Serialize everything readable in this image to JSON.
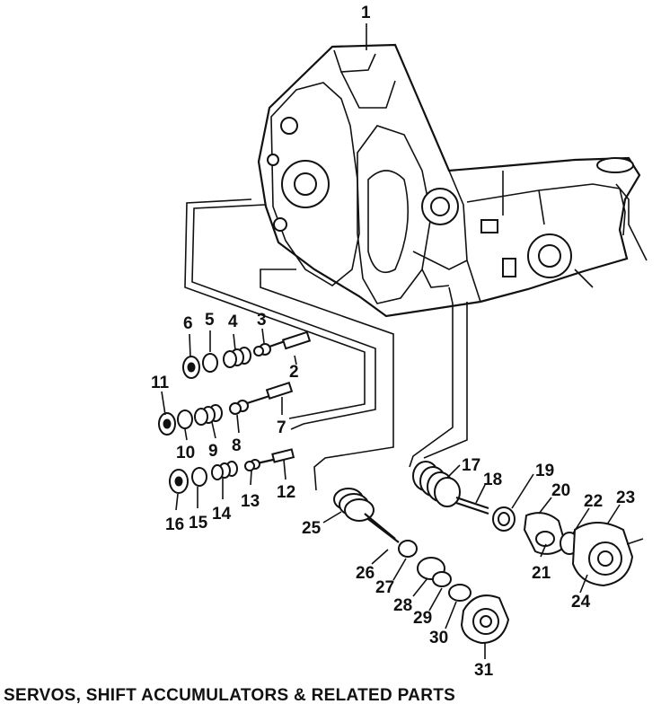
{
  "caption": "SERVOS, SHIFT ACCUMULATORS & RELATED PARTS",
  "callouts": [
    "1",
    "2",
    "3",
    "4",
    "5",
    "6",
    "7",
    "8",
    "9",
    "10",
    "11",
    "12",
    "13",
    "14",
    "15",
    "16",
    "17",
    "18",
    "19",
    "20",
    "21",
    "22",
    "23",
    "24",
    "25",
    "26",
    "27",
    "28",
    "29",
    "30",
    "31"
  ]
}
